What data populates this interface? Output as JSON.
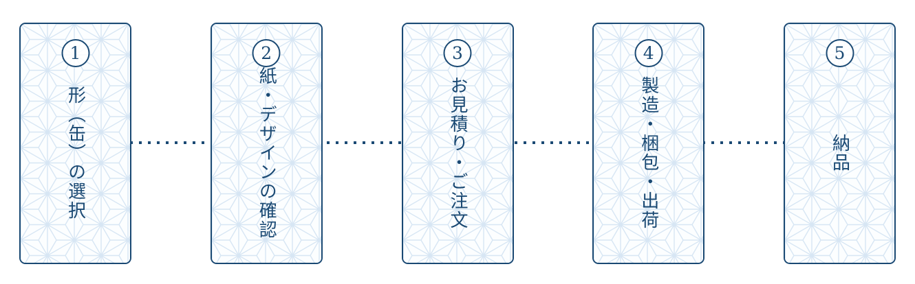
{
  "diagram": {
    "type": "process-flow",
    "connector_style": "dotted-line",
    "colors": {
      "navy": "#1a4973",
      "pattern_line": "#d7e6f4",
      "card_background": "#fcfeff"
    },
    "steps": [
      {
        "number": "1",
        "label": "形（缶）の選択"
      },
      {
        "number": "2",
        "label": "紙・デザインの確認"
      },
      {
        "number": "3",
        "label": "お見積り・ご注文"
      },
      {
        "number": "4",
        "label": "製造・梱包・出荷"
      },
      {
        "number": "5",
        "label": "納品"
      }
    ]
  }
}
